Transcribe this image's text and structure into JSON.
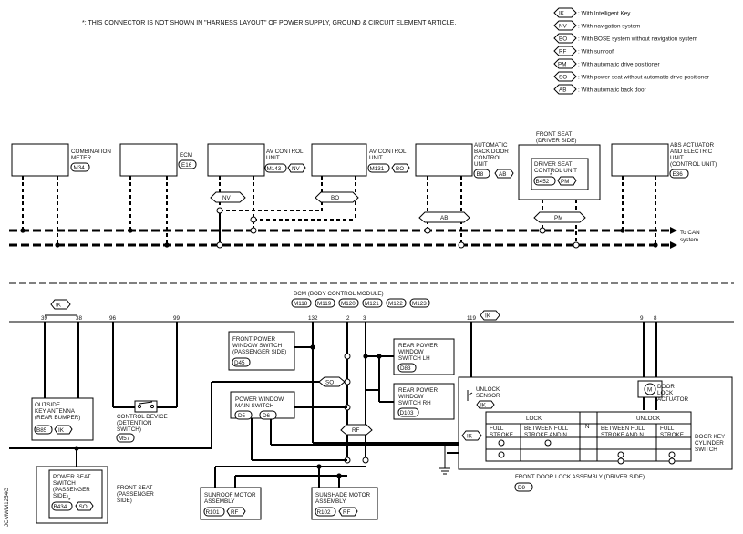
{
  "note": "*: THIS CONNECTOR IS NOT SHOWN IN \"HARNESS LAYOUT\" OF POWER SUPPLY, GROUND & CIRCUIT ELEMENT ARTICLE.",
  "legend": [
    {
      "code": "IK",
      "text": ": With Intelligent Key"
    },
    {
      "code": "NV",
      "text": ": With navigation system"
    },
    {
      "code": "BO",
      "text": ": With BOSE system without navigation system"
    },
    {
      "code": "RF",
      "text": ": With sunroof"
    },
    {
      "code": "PM",
      "text": ": With automatic drive positioner"
    },
    {
      "code": "SO",
      "text": ": With power seat without automatic drive positioner"
    },
    {
      "code": "AB",
      "text": ": With automatic back door"
    }
  ],
  "can": {
    "label1": "To CAN",
    "label2": "system"
  },
  "units": {
    "combination_meter": {
      "l1": "COMBINATION",
      "l2": "METER",
      "conn": "M34"
    },
    "ecm": {
      "l1": "ECM",
      "conn": "E16"
    },
    "av_nv": {
      "l1": "AV CONTROL",
      "l2": "UNIT",
      "conn": "M143",
      "opt": "NV"
    },
    "av_bo": {
      "l1": "AV CONTROL",
      "l2": "UNIT",
      "conn": "M131",
      "opt": "BO"
    },
    "back_door": {
      "l1": "AUTOMATIC",
      "l2": "BACK DOOR",
      "l3": "CONTROL",
      "l4": "UNIT",
      "conn": "B8",
      "opt": "AB"
    },
    "front_seat": {
      "l1": "FRONT SEAT",
      "l2": "(DRIVER SIDE)",
      "inner1": "DRIVER SEAT",
      "inner2": "CONTROL UNIT",
      "conn": "B452",
      "opt": "PM"
    },
    "abs": {
      "l1": "ABS ACTUATOR",
      "l2": "AND ELECTRIC",
      "l3": "UNIT",
      "l4": "(CONTROL UNIT)",
      "conn": "E36"
    }
  },
  "line_tags": {
    "nv": "NV",
    "bo": "BO",
    "ab": "AB",
    "pm": "PM"
  },
  "bcm": {
    "title": "BCM (BODY CONTROL MODULE)",
    "conns": [
      "M118",
      "M119",
      "M120",
      "M121",
      "M122",
      "M123"
    ]
  },
  "pins": {
    "p39": "39",
    "p38": "38",
    "p96": "96",
    "p99": "99",
    "p132": "132",
    "p2": "2",
    "p3": "3",
    "p119": "119",
    "p9": "9",
    "p8": "8"
  },
  "tags": {
    "ik_top": "IK",
    "ik_119": "IK",
    "so": "SO",
    "rf": "RF",
    "ik_lock": "IK"
  },
  "components": {
    "outside_key": {
      "l1": "OUTSIDE",
      "l2": "KEY ANTENNA",
      "l3": "(REAR BUMPER)",
      "conn": "B85",
      "opt": "IK"
    },
    "control_device": {
      "l1": "CONTROL DEVICE",
      "l2": "(DETENTION",
      "l3": "SWITCH)",
      "conn": "M57"
    },
    "front_pw_switch": {
      "l1": "FRONT POWER",
      "l2": "WINDOW SWITCH",
      "l3": "(PASSENGER SIDE)",
      "conn": "D45"
    },
    "pw_main": {
      "l1": "POWER WINDOW",
      "l2": "MAIN SWITCH",
      "conn1": "D5",
      "conn2": "D6"
    },
    "rear_lh": {
      "l1": "REAR POWER",
      "l2": "WINDOW",
      "l3": "SWITCH LH",
      "conn": "D83"
    },
    "rear_rh": {
      "l1": "REAR POWER",
      "l2": "WINDOW",
      "l3": "SWITCH RH",
      "conn": "D103"
    },
    "power_seat": {
      "l1": "POWER SEAT",
      "l2": "SWITCH",
      "l3": "(PASSENGER",
      "l4": "SIDE)",
      "conn": "B434",
      "opt": "SO",
      "side1": "FRONT SEAT",
      "side2": "(PASSENGER",
      "side3": "SIDE)"
    },
    "sunroof": {
      "l1": "SUNROOF MOTOR",
      "l2": "ASSEMBLY",
      "conn": "R101",
      "opt": "RF"
    },
    "sunshade": {
      "l1": "SUNSHADE MOTOR",
      "l2": "ASSEMBLY",
      "conn": "R102",
      "opt": "RF"
    },
    "door_lock": {
      "unlock1": "UNLOCK",
      "unlock2": "SENSOR",
      "unlock_opt": "IK",
      "act1": "DOOR",
      "act2": "LOCK",
      "act3": "ACTUATOR",
      "motor": "M",
      "cyl1": "DOOR KEY",
      "cyl2": "CYLINDER",
      "cyl3": "SWITCH",
      "lock": "LOCK",
      "unlock": "UNLOCK",
      "n": "N",
      "fs": "FULL",
      "fs2": "STROKE",
      "bf1": "BETWEEN FULL",
      "bf2": "STROKE AND N",
      "bn1": "BETWEEN FULL",
      "bn2": "STROKE AND N",
      "fs3": "FULL",
      "fs4": "STROKE",
      "assembly": "FRONT DOOR LOCK ASSEMBLY (DRIVER SIDE)",
      "conn": "D9"
    }
  },
  "side_id": "JCMWM1254G"
}
